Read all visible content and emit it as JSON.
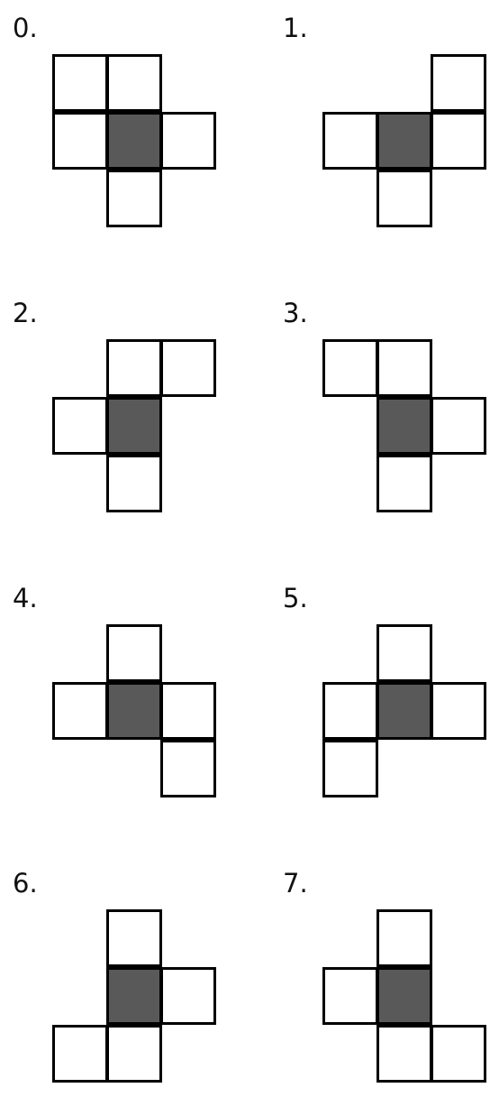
{
  "colors": {
    "cell_fill": "#ffffff",
    "center_fill": "#595959",
    "outline": "#000000"
  },
  "figures": [
    {
      "label": "0.",
      "cells": [
        [
          0,
          -1
        ],
        [
          -1,
          -1
        ],
        [
          -1,
          0
        ],
        [
          1,
          0
        ],
        [
          0,
          1
        ]
      ]
    },
    {
      "label": "1.",
      "cells": [
        [
          1,
          -1
        ],
        [
          -1,
          0
        ],
        [
          1,
          0
        ],
        [
          0,
          1
        ]
      ]
    },
    {
      "label": "2.",
      "cells": [
        [
          0,
          -1
        ],
        [
          1,
          -1
        ],
        [
          -1,
          0
        ],
        [
          0,
          1
        ]
      ]
    },
    {
      "label": "3.",
      "cells": [
        [
          -1,
          -1
        ],
        [
          0,
          -1
        ],
        [
          1,
          0
        ],
        [
          0,
          1
        ]
      ]
    },
    {
      "label": "4.",
      "cells": [
        [
          0,
          -1
        ],
        [
          -1,
          0
        ],
        [
          1,
          0
        ],
        [
          1,
          1
        ]
      ]
    },
    {
      "label": "5.",
      "cells": [
        [
          0,
          -1
        ],
        [
          -1,
          0
        ],
        [
          1,
          0
        ],
        [
          -1,
          1
        ]
      ]
    },
    {
      "label": "6.",
      "cells": [
        [
          0,
          -1
        ],
        [
          1,
          0
        ],
        [
          -1,
          1
        ],
        [
          0,
          1
        ]
      ]
    },
    {
      "label": "7.",
      "cells": [
        [
          0,
          -1
        ],
        [
          -1,
          0
        ],
        [
          0,
          1
        ],
        [
          1,
          1
        ]
      ]
    }
  ]
}
